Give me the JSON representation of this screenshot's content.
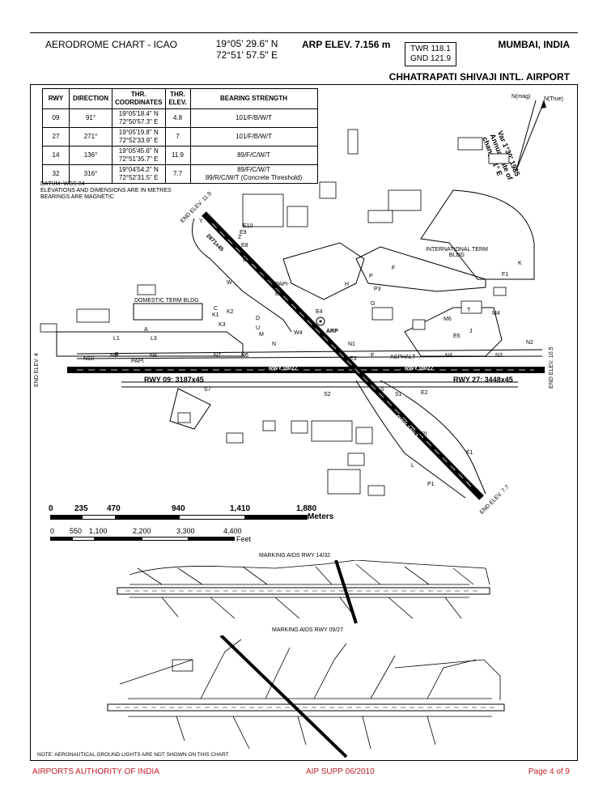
{
  "header": {
    "chart_title": "AERODROME CHART - ICAO",
    "lat": "19°05' 29.6\" N",
    "lon": "72°51' 57.5\" E",
    "arp_elev": "ARP ELEV.  7.156 m",
    "twr": "TWR 118.1",
    "gnd": "GND 121.9",
    "city": "MUMBAI, INDIA",
    "airport": "CHHATRAPATI SHIVAJI INTL. AIRPORT"
  },
  "table": {
    "headers": [
      "RWY",
      "DIRECTION",
      "THR. COORDINATES",
      "THR. ELEV.",
      "BEARING STRENGTH"
    ],
    "rows": [
      {
        "rwy": "09",
        "dir": "91°",
        "c1": "19°05'18.4\" N",
        "c2": "72°50'57.3\" E",
        "elev": "4.8",
        "b1": "101/F/B/W/T",
        "b2": ""
      },
      {
        "rwy": "27",
        "dir": "271°",
        "c1": "19°05'19.8\" N",
        "c2": "72°52'33.9\" E",
        "elev": "7",
        "b1": "101/F/B/W/T",
        "b2": ""
      },
      {
        "rwy": "14",
        "dir": "136°",
        "c1": "19°05'45.6\" N",
        "c2": "72°51'35.7\" E",
        "elev": "11.9",
        "b1": "89/F/C/W/T",
        "b2": ""
      },
      {
        "rwy": "32",
        "dir": "316°",
        "c1": "19°04'54.2\" N",
        "c2": "72°52'31.5\" E",
        "elev": "7.7",
        "b1": "89/F/C/W/T",
        "b2": "89/R/C/W/T (Concrete Threshold)"
      }
    ]
  },
  "notes": {
    "datum": "DATUM: WGS 84",
    "elev_note": "ELEVATIONS AND DIMENSIONS ARE IN METRES",
    "bearing_note": "BEARINGS ARE MAGNETIC",
    "lights_note": "NOTE: AERONAUTICAL GROUND LIGHTS ARE NOT SHOWN ON THIS CHART"
  },
  "north": {
    "mag": "N(mag)",
    "true": "N(True)",
    "var1": "Var 1°30' 1985",
    "var2": "Annual rate of",
    "var3": "change 1° E"
  },
  "map_labels": {
    "rwy0927": "RWY 09/27",
    "rwy0927_right": "RWY 09/27",
    "rwy1432": "RWY 14/32",
    "rwy1432_lower": "RWY 14/32",
    "rwy09": "RWY 09: 3187x45",
    "rwy27": "RWY 27: 3448x45",
    "dim14": "2871x45",
    "end_elev_4": "END ELEV. 4",
    "end_elev_105": "END ELEV. 10.5",
    "end_elev_119": "END ELEV. 11.9",
    "end_elev_77": "END ELEV. 7.7",
    "intl_term": "INTERNATIONAL TERM",
    "intl_term2": "BLDG",
    "dom_term": "DOMESTIC TERM BLDG",
    "arp": "ARP",
    "asphalt1": "ASPHALT",
    "asphalt2": "ASPHALT",
    "papi1": "PAPI",
    "papi2": "PAPI",
    "papi3": "PAPI",
    "twy": [
      "A",
      "B",
      "C",
      "D",
      "E",
      "E1",
      "E2",
      "E3",
      "E4",
      "E5",
      "E6",
      "E7",
      "E8",
      "E9",
      "E10",
      "F",
      "F1",
      "G",
      "H",
      "J",
      "K",
      "K1",
      "K2",
      "K3",
      "L",
      "L1",
      "L3",
      "M",
      "M4",
      "M6",
      "N",
      "N1",
      "N2",
      "N3",
      "N4",
      "N6",
      "N7",
      "N8",
      "N9",
      "N10",
      "P",
      "P1",
      "P3",
      "S",
      "S1",
      "S2",
      "S7",
      "T",
      "U",
      "W",
      "W4",
      "Y",
      "Z"
    ]
  },
  "scale": {
    "meters": [
      "0",
      "235",
      "470",
      "940",
      "1,410",
      "1,880"
    ],
    "meters_unit": "Meters",
    "feet": [
      "0",
      "550",
      "1,100",
      "2,200",
      "3,300",
      "4,400"
    ],
    "feet_unit": "Feet"
  },
  "marking": {
    "aids1432": "MARKING AIDS RWY 14/32",
    "aids0927": "MARKING AIDS RWY 09/27"
  },
  "footer": {
    "left": "AIRPORTS AUTHORITY OF INDIA",
    "center": "AIP SUPP 06/2010",
    "right": "Page 4 of 9"
  }
}
